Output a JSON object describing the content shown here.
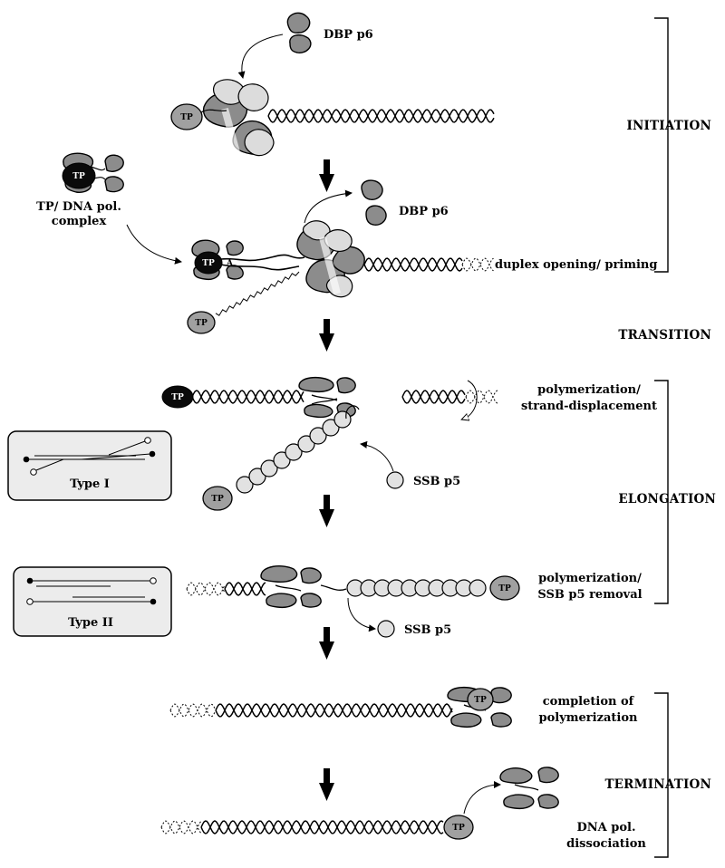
{
  "stages": {
    "initiation": "INITIATION",
    "transition": "TRANSITION",
    "elongation": "ELONGATION",
    "termination": "TERMINATION"
  },
  "labels": {
    "dbp_top": "DBP p6",
    "dbp_released": "DBP p6",
    "tp_pol_line1": "TP/ DNA pol.",
    "tp_pol_line2": "complex",
    "duplex_opening": "duplex opening/ priming",
    "polymerization1_line1": "polymerization/",
    "polymerization1_line2": "strand-displacement",
    "ssb_bind": "SSB p5",
    "polymerization2_line1": "polymerization/",
    "polymerization2_line2": "SSB p5 removal",
    "ssb_release": "SSB p5",
    "completion_line1": "completion of",
    "completion_line2": "polymerization",
    "dissociation_line1": "DNA pol.",
    "dissociation_line2": "dissociation",
    "type1": "Type I",
    "type2": "Type II",
    "tp": "TP",
    "primer_a": "A"
  },
  "colors": {
    "protein_gray": "#8c8c8c",
    "tp_light": "#a0a0a0",
    "tp_dark": "#0a0a0a",
    "ssb_bead": "#e2e2e2",
    "dbp_light": "#dcdcdc",
    "box_fill": "#ececec"
  }
}
